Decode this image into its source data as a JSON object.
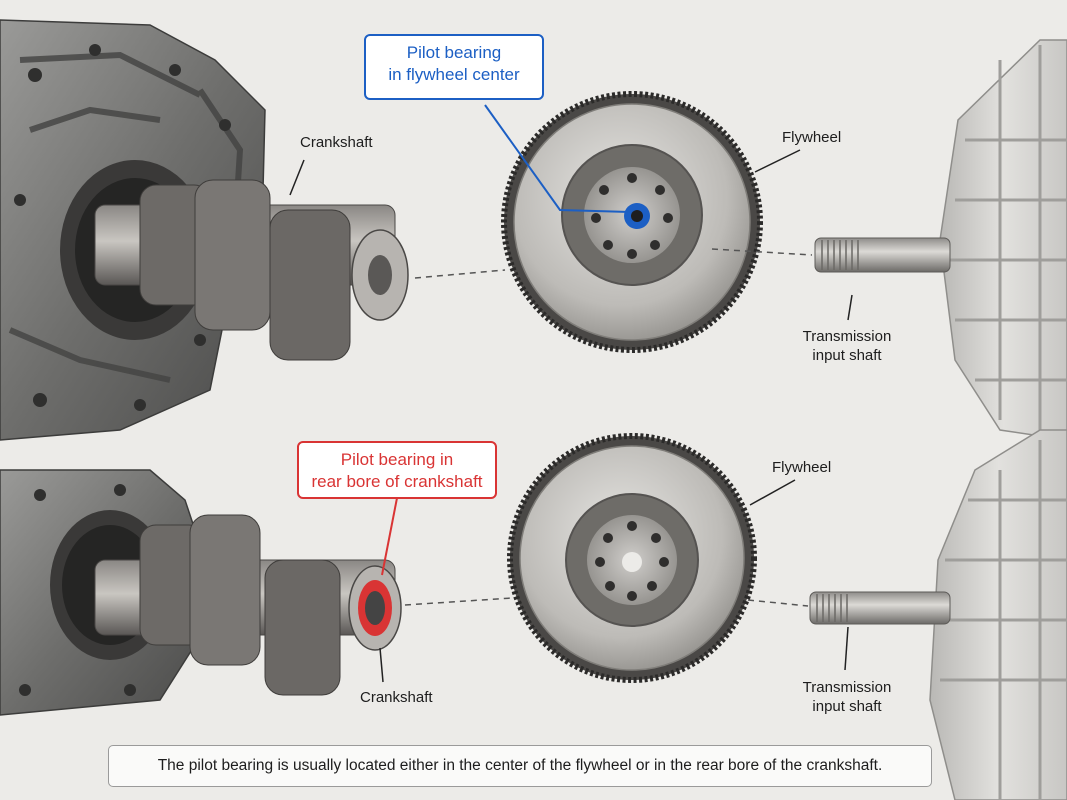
{
  "top_panel": {
    "callout": {
      "line1": "Pilot bearing",
      "line2": "in flywheel center",
      "color": "#1c5fc4"
    },
    "crankshaft_label": "Crankshaft",
    "flywheel_label": "Flywheel",
    "shaft_label": {
      "line1": "Transmission",
      "line2": "input shaft"
    }
  },
  "bottom_panel": {
    "callout": {
      "line1": "Pilot bearing in",
      "line2": "rear bore of crankshaft",
      "color": "#d93434"
    },
    "crankshaft_label": "Crankshaft",
    "flywheel_label": "Flywheel",
    "shaft_label": {
      "line1": "Transmission",
      "line2": "input shaft"
    }
  },
  "caption": "The pilot bearing is usually located either in the center of the flywheel or in the rear bore of the crankshaft."
}
